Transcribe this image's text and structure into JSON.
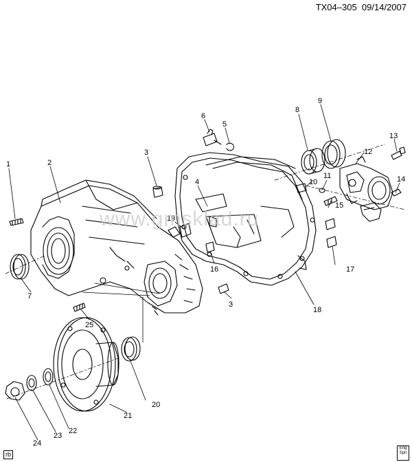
{
  "header": {
    "code": "TX04–305",
    "date": "09/14/2007"
  },
  "watermark": "www.gmsklad.ru",
  "corner_tag": "rb",
  "ref_icon": {
    "line1": "Eng",
    "line2": "Spn"
  },
  "callouts": [
    "1",
    "2",
    "3",
    "4",
    "5",
    "6",
    "7",
    "8",
    "9",
    "10",
    "11",
    "12",
    "13",
    "14",
    "15",
    "16",
    "17",
    "18",
    "19",
    "20",
    "21",
    "22",
    "23",
    "24",
    "25",
    "3"
  ]
}
